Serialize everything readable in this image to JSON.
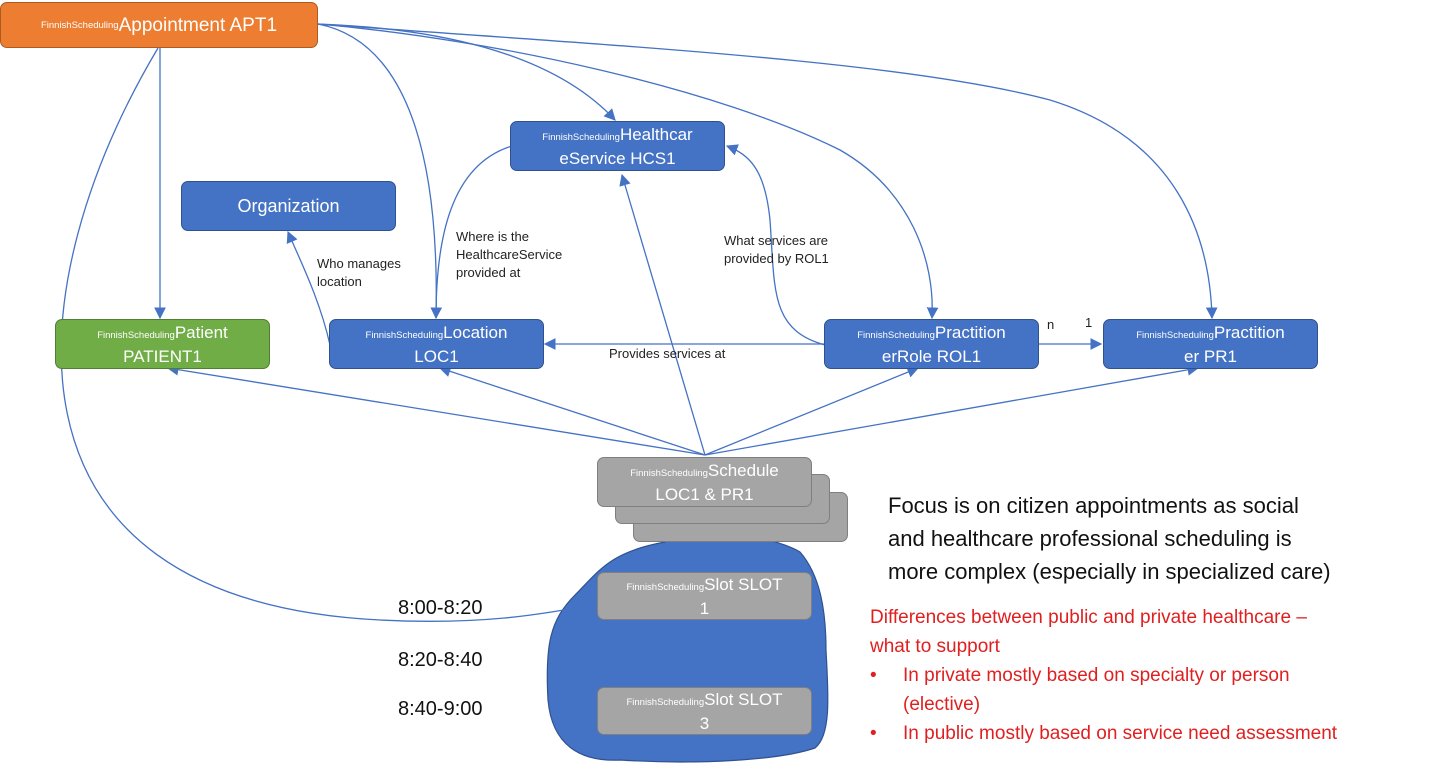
{
  "prefix": "FinnishScheduling",
  "nodes": {
    "appointment": {
      "main": "Appointment APT1"
    },
    "healthcare_service": {
      "main1": "Healthcar",
      "line2": "eService HCS1"
    },
    "organization": {
      "line1": "Organization"
    },
    "patient": {
      "main1": "Patient",
      "line2": "PATIENT1"
    },
    "location": {
      "main1": "Location",
      "line2": "LOC1"
    },
    "practitioner_role": {
      "main1": "Practition",
      "line2": "erRole ROL1"
    },
    "practitioner": {
      "main1": "Practition",
      "line2": "er PR1"
    },
    "schedule": {
      "main1": "Schedule",
      "line2": "LOC1 & PR1"
    },
    "slot1": {
      "main1": "Slot SLOT",
      "line2": "1"
    },
    "slot3": {
      "main1": "Slot SLOT",
      "line2": "3"
    }
  },
  "edge_labels": {
    "where_line1": "Where is the",
    "where_line2": "HealthcareService",
    "where_line3": "provided at",
    "who_line1": "Who manages",
    "who_line2": "location",
    "what_line1": "What services are",
    "what_line2": "provided by ROL1",
    "provides": "Provides services at",
    "card_n": "n",
    "card_1": "1"
  },
  "times": [
    "8:00-8:20",
    "8:20-8:40",
    "8:40-9:00"
  ],
  "focus_lines": [
    "Focus is on citizen appointments as social",
    "and healthcare professional scheduling is",
    "more complex (especially in specialized care)"
  ],
  "differences": {
    "line1": "Differences between public and private healthcare –",
    "line2": "what to support",
    "bullet_symbol": "•",
    "b1_line1": "In private mostly based on specialty or person",
    "b1_line2": "(elective)",
    "b2_line1": "In public mostly based on service need assessment"
  },
  "colors": {
    "blue": "#4472c4",
    "green": "#70ad47",
    "orange": "#ed7d31",
    "grey": "#a5a5a5",
    "red": "#e02020"
  }
}
